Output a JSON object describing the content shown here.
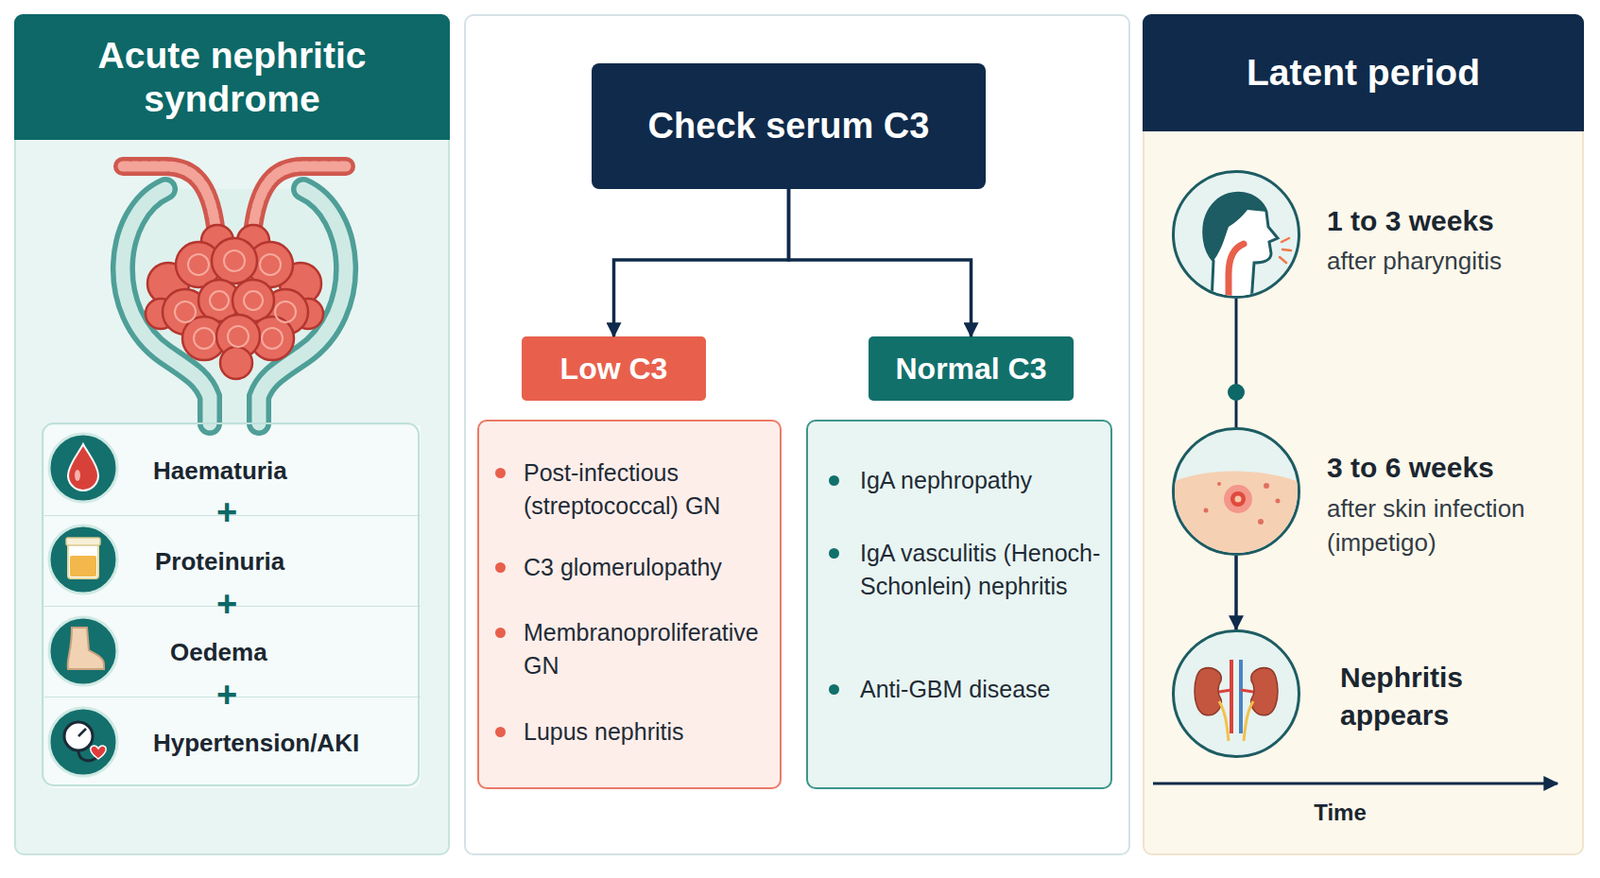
{
  "diagram": {
    "nodes": [
      {
        "text": [
          "Acute nephritic syndrome"
        ]
      },
      {
        "text": [
          "Haematuria"
        ],
        "in": 0
      },
      {
        "text": [
          "Proteinuria"
        ],
        "in": 0
      },
      {
        "text": [
          "Oedema"
        ],
        "in": 0
      },
      {
        "text": [
          "Hypertension/AKI"
        ],
        "in": 0
      },
      {
        "text": [
          "Check serum C3"
        ]
      },
      {
        "text": [
          "Low C3"
        ]
      },
      {
        "text": [
          "Normal C3"
        ]
      },
      {
        "text": [
          "Post-infectious (streptococcal) GN",
          "C3 glomerulopathy",
          "Membranoproliferative GN",
          "Lupus nephritis"
        ]
      },
      {
        "text": [
          "IgA nephropathy",
          "IgA vasculitis (Henoch-Schonlein) nephritis",
          "Anti-GBM disease"
        ]
      },
      {
        "text": [
          "Latent period"
        ]
      },
      {
        "text": [
          "1 to 3 weeks",
          "after pharyngitis"
        ],
        "in": 10
      },
      {
        "text": [
          "3 to 6 weeks",
          "after skin infection (impetigo)"
        ],
        "in": 10
      },
      {
        "text": [
          "Nephritis appears"
        ],
        "in": 10
      }
    ],
    "edges": [
      {
        "from": 5,
        "to": 6,
        "arrow": "to"
      },
      {
        "from": 5,
        "to": 7,
        "arrow": "to"
      },
      {
        "from": 11,
        "to": 12,
        "arrow": "none"
      },
      {
        "from": 12,
        "to": 13,
        "arrow": "to"
      }
    ],
    "labels": [
      "+",
      "+",
      "+",
      "Time"
    ]
  }
}
